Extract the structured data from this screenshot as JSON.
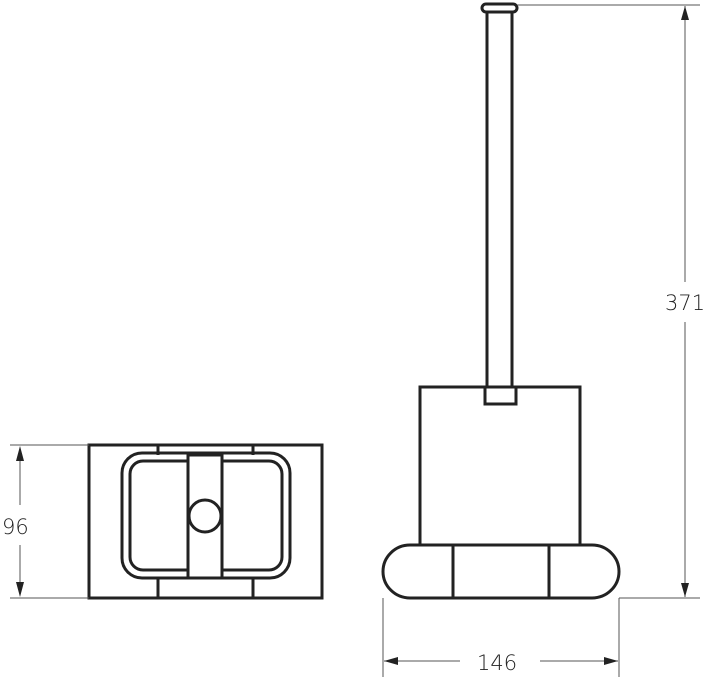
{
  "dimensions": {
    "height_top_view": "96",
    "total_height": "371",
    "base_width": "146"
  }
}
